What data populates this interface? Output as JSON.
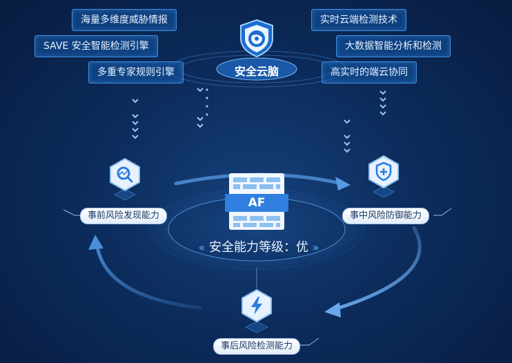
{
  "cloud_brain": {
    "title": "安全云脑"
  },
  "left_tags": [
    "海量多维度威胁情报",
    "SAVE 安全智能检测引擎",
    "多重专家规则引擎"
  ],
  "right_tags": [
    "实时云端检测技术",
    "大数据智能分析和检测",
    "高实时的端云协同"
  ],
  "device": {
    "label": "AF"
  },
  "capabilities": {
    "pre": "事前风险发现能力",
    "mid": "事中风险防御能力",
    "post": "事后风险检测能力"
  },
  "level": {
    "text": "安全能力等级：优"
  },
  "icons": {
    "cloud": "shield-swirl-icon",
    "pre": "magnifier-chart-icon",
    "mid": "shield-plus-icon",
    "post": "lightning-icon"
  },
  "colors": {
    "accent": "#3f8fe0",
    "bg": "#0c2c5c",
    "pill": "#ffffff",
    "device": "#2f7fe0"
  }
}
